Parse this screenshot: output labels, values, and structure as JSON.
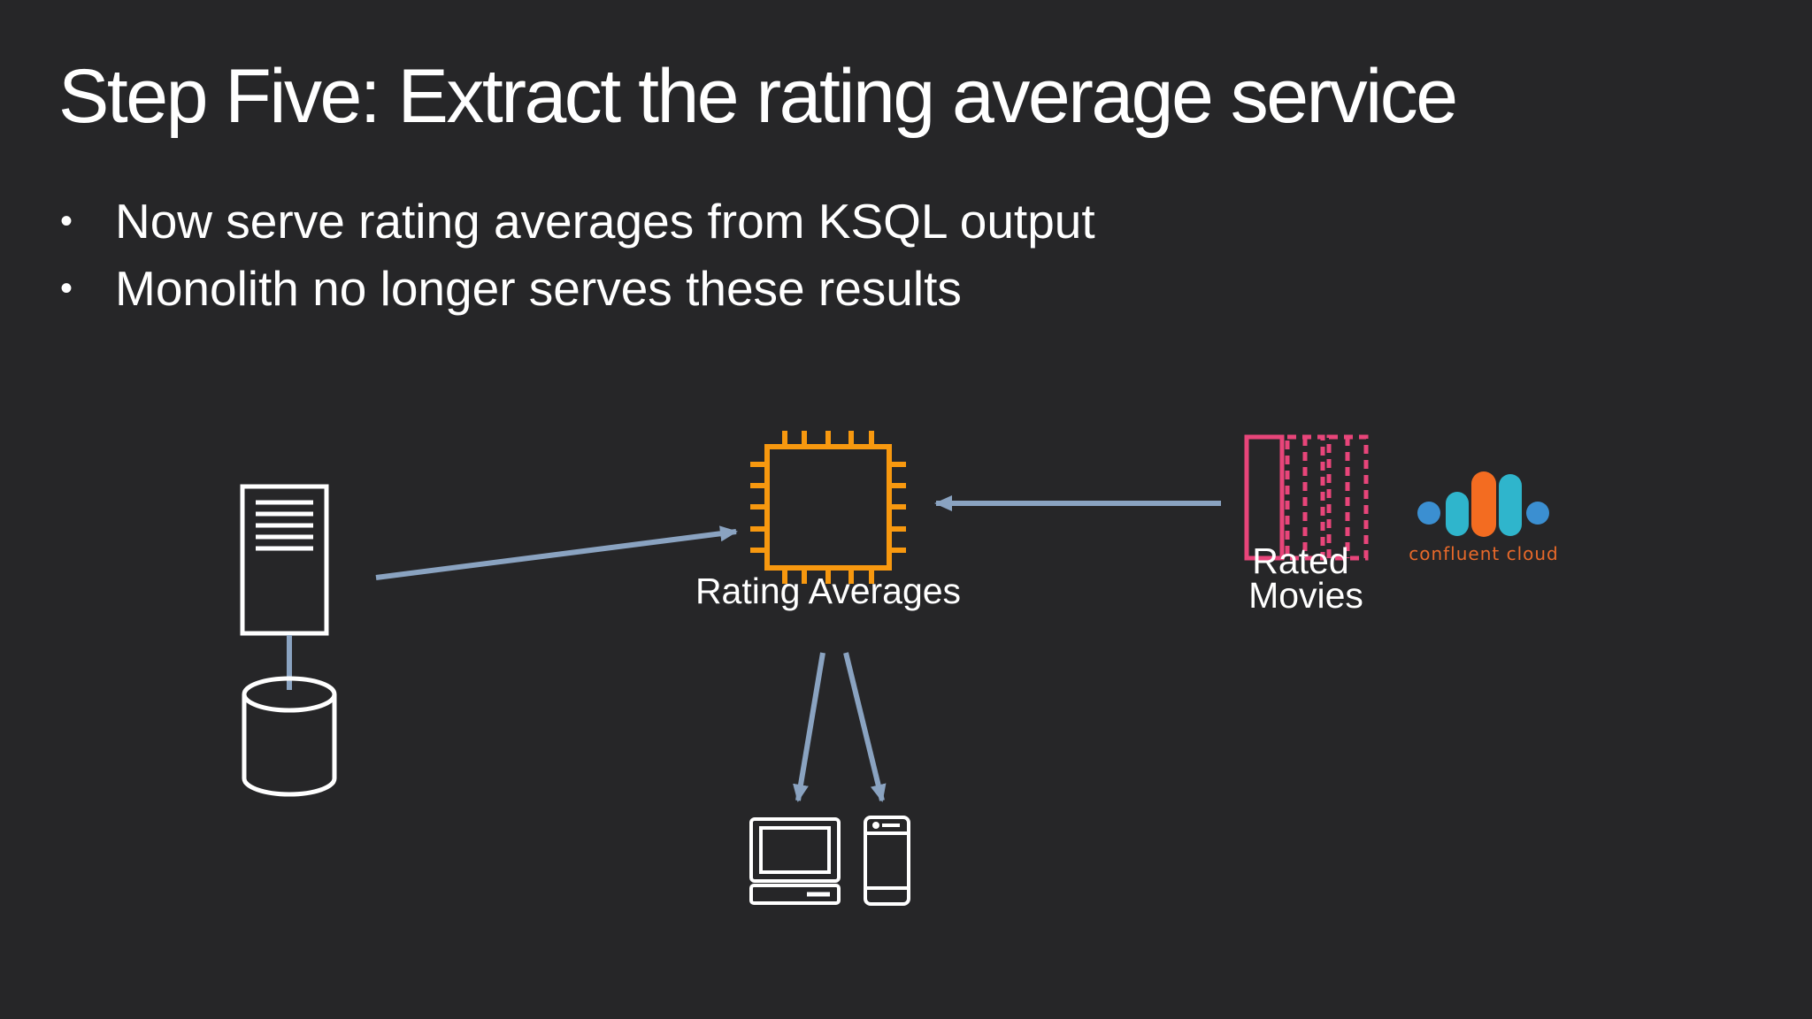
{
  "slide": {
    "title": "Step Five: Extract the rating average service",
    "bullets": [
      "Now serve rating averages from KSQL output",
      "Monolith no longer serves these results"
    ],
    "bullet_glyph": "•"
  },
  "diagram": {
    "nodes": {
      "monolith": {
        "icon": "server-tower-icon"
      },
      "database": {
        "icon": "database-cylinder-icon"
      },
      "rating_averages": {
        "label": "Rating Averages",
        "icon": "chip-icon",
        "color": "#f7980f"
      },
      "rated_movies": {
        "label_line1": "Rated",
        "label_line2": "Movies",
        "icon": "topic-partitions-icon",
        "color": "#e8457a"
      },
      "desktop": {
        "icon": "desktop-computer-icon"
      },
      "phone": {
        "icon": "mobile-phone-icon"
      }
    },
    "logo": {
      "text": "confluent cloud",
      "colors": [
        "#3b8fd1",
        "#2fb5cc",
        "#f36c21",
        "#2fb5cc",
        "#3b8fd1"
      ]
    },
    "arrow_color": "#8aa3c1"
  }
}
